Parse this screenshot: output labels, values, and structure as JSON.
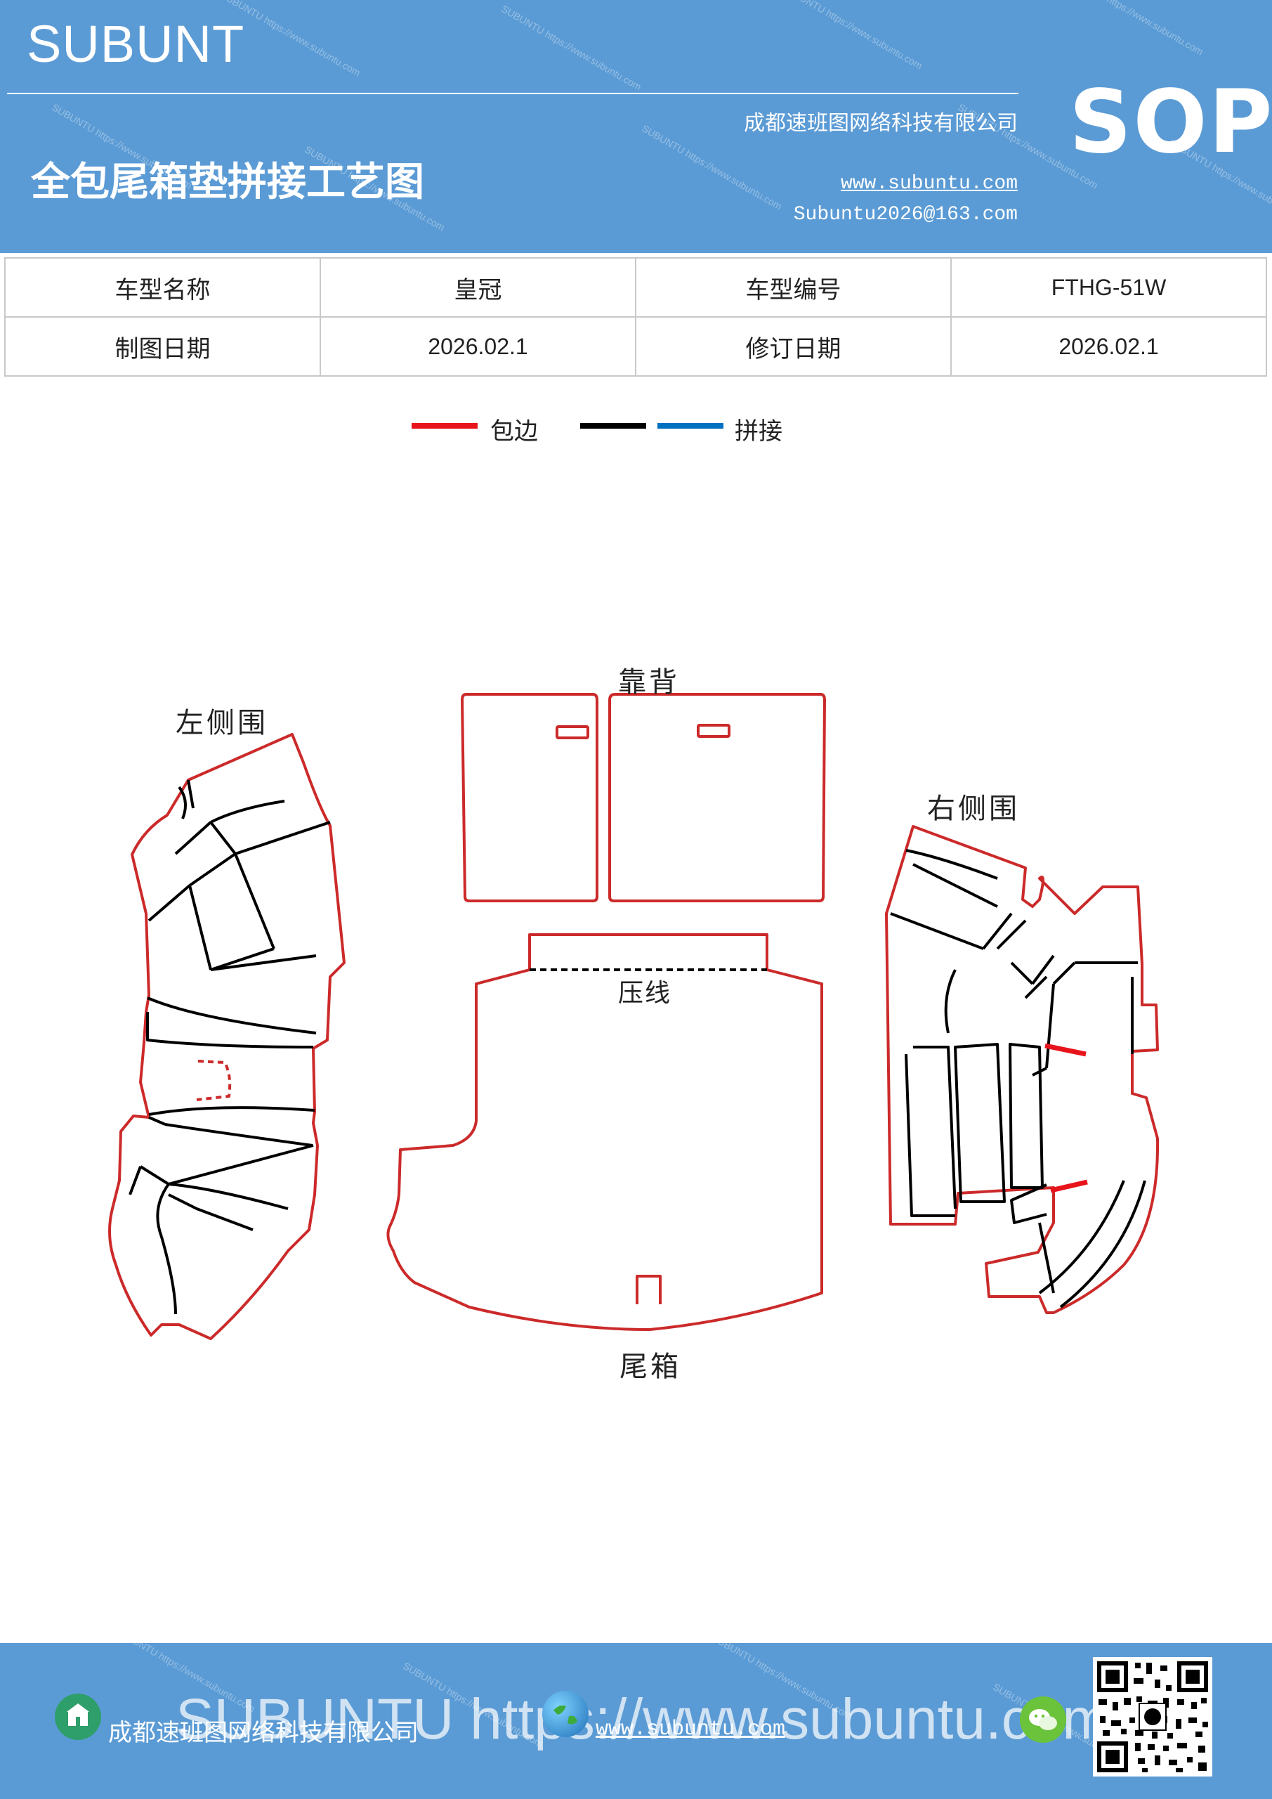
{
  "header": {
    "brand": "SUBUNT",
    "title": "全包尾箱垫拼接工艺图",
    "company": "成都速班图网络科技有限公司",
    "website": "www.subuntu.com",
    "email": "Subuntu2026@163.com",
    "badge": "SOP"
  },
  "info_table": {
    "model_name_label": "车型名称",
    "model_name": "皇冠",
    "model_code_label": "车型编号",
    "model_code": "FTHG-51W",
    "draw_date_label": "制图日期",
    "draw_date": "2026.02.1",
    "revise_date_label": "修订日期",
    "revise_date": "2026.02.1"
  },
  "legend": {
    "edge_label": "包边",
    "join_label": "拼接",
    "colors": {
      "edge": "#e8141c",
      "black": "#000000",
      "join": "#0070c0"
    }
  },
  "parts": {
    "left_side": "左侧围",
    "backrest": "靠背",
    "right_side": "右侧围",
    "press_line": "压线",
    "trunk": "尾箱"
  },
  "footer": {
    "big_text": "SUBUNTU https://www.subuntu.com",
    "company": "成都速班图网络科技有限公司",
    "website": "www.subuntu.com"
  },
  "icons": {
    "building": "building-icon",
    "globe": "globe-icon",
    "wechat": "wechat-icon",
    "qr": "qr-code"
  }
}
